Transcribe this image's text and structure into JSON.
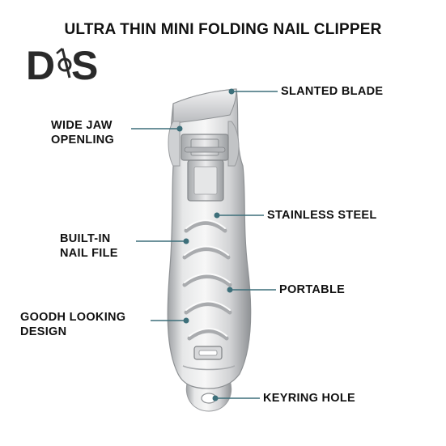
{
  "title": "ULTRA THIN MINI FOLDING NAIL CLIPPER",
  "logo": {
    "text": "D&S",
    "left_letter": "D",
    "right_letter": "S",
    "mark": "&"
  },
  "callouts": {
    "slanted_blade": "SLANTED BLADE",
    "wide_jaw": [
      "WIDE JAW",
      "OPENLING"
    ],
    "stainless_steel": "STAINLESS STEEL",
    "nail_file": [
      "BUILT-IN",
      "NAIL FILE"
    ],
    "portable": "PORTABLE",
    "good_looking": [
      "GOODH LOOKING",
      "DESIGN"
    ],
    "keyring_hole": "KEYRING HOLE"
  },
  "colors": {
    "leader": "#3d6f7a",
    "text": "#111111",
    "steel": "#c9cbcd"
  }
}
